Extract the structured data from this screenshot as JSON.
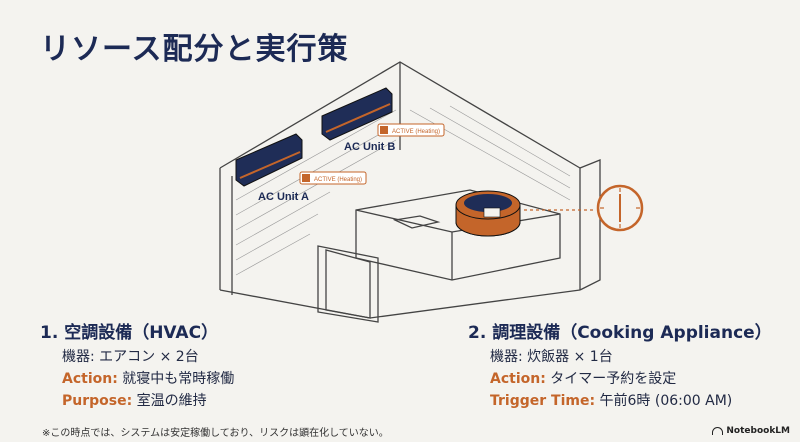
{
  "title": "リソース配分と実行策",
  "illustration": {
    "ac_a_label": "AC Unit A",
    "ac_b_label": "AC Unit B",
    "badge_a": "ACTIVE (Heating)",
    "badge_b": "ACTIVE (Heating)"
  },
  "sections": [
    {
      "heading": "1. 空調設備（HVAC）",
      "line1": "機器: エアコン × 2台",
      "line2_key": "Action:",
      "line2_val": " 就寝中も常時稼働",
      "line3_key": "Purpose:",
      "line3_val": " 室温の維持"
    },
    {
      "heading": "2. 調理設備（Cooking Appliance）",
      "line1": "機器: 炊飯器 × 1台",
      "line2_key": "Action:",
      "line2_val": " タイマー予約を設定",
      "line3_key": "Trigger Time:",
      "line3_val": " 午前6時 (06:00 AM)"
    }
  ],
  "footnote": "※この時点では、システムは安定稼働しており、リスクは顕在化していない。",
  "brand": "NotebookLM",
  "colors": {
    "navy": "#1c2a55",
    "accent": "#c4652a"
  }
}
